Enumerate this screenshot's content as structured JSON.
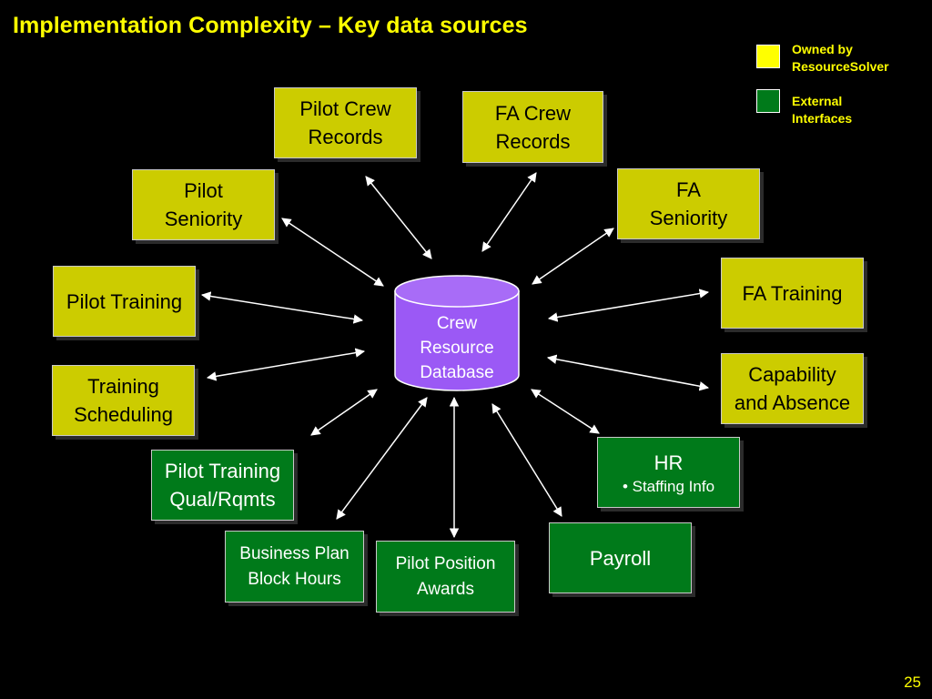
{
  "title": "Implementation Complexity – Key data sources",
  "colors": {
    "background": "#000000",
    "title": "#FFFF00",
    "owned_fill": "#CCCC00",
    "external_fill": "#007A1A",
    "database_fill": "#9B59F5",
    "arrow": "#FFFFFF"
  },
  "legend": {
    "owned": {
      "label": "Owned by\nResourceSolver",
      "color": "#FFFF00"
    },
    "external": {
      "label": "External\nInterfaces",
      "color": "#007A1A"
    }
  },
  "center": {
    "label": "Crew\nResource\nDatabase",
    "shape": "database-cylinder"
  },
  "nodes": {
    "pilot_crew_records": {
      "label": "Pilot Crew\nRecords",
      "type": "owned"
    },
    "fa_crew_records": {
      "label": "FA Crew\nRecords",
      "type": "owned"
    },
    "pilot_seniority": {
      "label": "Pilot\nSeniority",
      "type": "owned"
    },
    "fa_seniority": {
      "label": "FA\nSeniority",
      "type": "owned"
    },
    "pilot_training": {
      "label": "Pilot Training",
      "type": "owned"
    },
    "fa_training": {
      "label": "FA Training",
      "type": "owned"
    },
    "training_scheduling": {
      "label": "Training\nScheduling",
      "type": "owned"
    },
    "capability_absence": {
      "label": "Capability\nand Absence",
      "type": "owned"
    },
    "pilot_training_qual": {
      "label": "Pilot Training\nQual/Rqmts",
      "type": "external"
    },
    "hr": {
      "label": "HR",
      "sub": "• Staffing Info",
      "type": "external"
    },
    "business_plan": {
      "label": "Business Plan\nBlock Hours",
      "type": "external"
    },
    "pilot_position_awards": {
      "label": "Pilot Position\nAwards",
      "type": "external"
    },
    "payroll": {
      "label": "Payroll",
      "type": "external"
    }
  },
  "connections": [
    {
      "from": "center",
      "to": "pilot_crew_records",
      "direction": "both"
    },
    {
      "from": "center",
      "to": "fa_crew_records",
      "direction": "both"
    },
    {
      "from": "center",
      "to": "pilot_seniority",
      "direction": "both"
    },
    {
      "from": "center",
      "to": "fa_seniority",
      "direction": "both"
    },
    {
      "from": "center",
      "to": "pilot_training",
      "direction": "both"
    },
    {
      "from": "center",
      "to": "fa_training",
      "direction": "both"
    },
    {
      "from": "center",
      "to": "training_scheduling",
      "direction": "both"
    },
    {
      "from": "center",
      "to": "capability_absence",
      "direction": "both"
    },
    {
      "from": "center",
      "to": "pilot_training_qual",
      "direction": "both"
    },
    {
      "from": "center",
      "to": "hr",
      "direction": "both"
    },
    {
      "from": "center",
      "to": "business_plan",
      "direction": "both"
    },
    {
      "from": "center",
      "to": "pilot_position_awards",
      "direction": "both"
    },
    {
      "from": "center",
      "to": "payroll",
      "direction": "both"
    }
  ],
  "page_number": "25"
}
